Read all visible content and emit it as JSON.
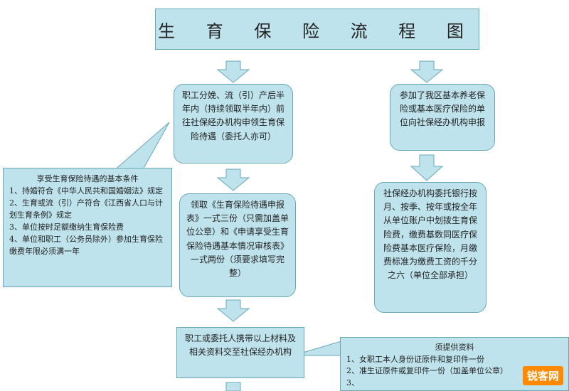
{
  "title": "生 育 保 险 流 程 图",
  "left_step1": "职工分娩、流（引）产后半年内（持续领取半年内）前往社保经办机构申领生育保险待遇（委托人亦可）",
  "right_step1": "参加了我区基本养老保险或基本医疗保险的单位向社保经办机构申报",
  "conditions": {
    "title": "享受生育保险待遇的基本条件",
    "items": [
      "1、持婚符合《中华人民共和国婚姻法》规定",
      "2、生育或流（引）产符合《江西省人口与计划生育条例》规定",
      "3、单位按时足额缴纳生育保险费",
      "4、单位和职工（公务员除外）参加生育保险缴费年限必须满一年"
    ]
  },
  "left_step2": "领取《生育保险待遇申报表》一式三份（只需加盖单位公章）和《申请享受生育保险待遇基本情况审核表》一式两份（须要求填写完整）",
  "right_step2": "社保经办机构委托银行按月、按季、按年或按全年从单位账户中划拨生育保险费，缴费基数同医疗保险费基本医疗保险，月缴费标准为缴费工资的千分之六（单位全部承担）",
  "left_step3": "职工或委托人携带以上材料及相关资料交至社保经办机构",
  "materials": {
    "title": "须提供资料",
    "items": [
      "1、女职工本人身份证原件和复印件一份",
      "2、准生证原件或复印件一份（加盖单位公章）",
      "3、"
    ]
  },
  "watermark": "锐客网",
  "colors": {
    "box_fill": "#bfe3ec",
    "box_border": "#6aa7b5",
    "watermark": "#ff8a00"
  }
}
